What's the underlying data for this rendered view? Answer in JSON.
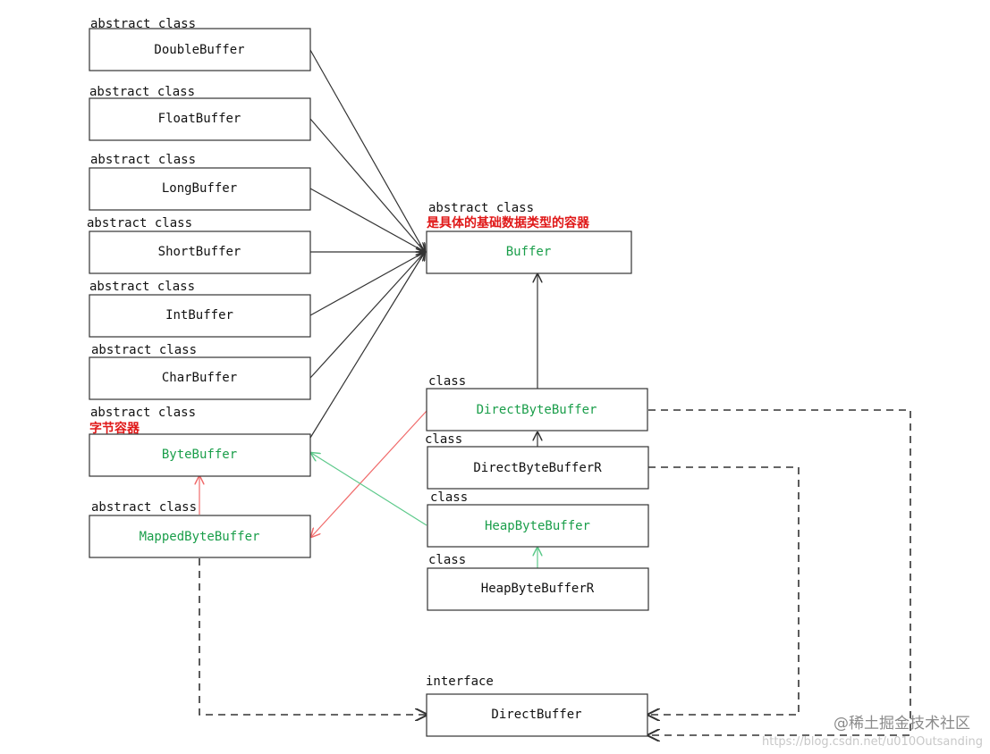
{
  "colors": {
    "line": "#333333",
    "inherit_red": "#f06a6a",
    "inherit_green": "#5cc98a",
    "class_green": "#1a9e4a",
    "note_red": "#e01818"
  },
  "nodes": {
    "double": {
      "kind": "abstract class",
      "name": "DoubleBuffer"
    },
    "float": {
      "kind": "abstract class",
      "name": "FloatBuffer"
    },
    "long": {
      "kind": "abstract class",
      "name": "LongBuffer"
    },
    "short": {
      "kind": "abstract class",
      "name": "ShortBuffer"
    },
    "int": {
      "kind": "abstract class",
      "name": "IntBuffer"
    },
    "char": {
      "kind": "abstract class",
      "name": "CharBuffer"
    },
    "byte": {
      "kind": "abstract class",
      "note": "字节容器",
      "name": "ByteBuffer"
    },
    "mapped": {
      "kind": "abstract class",
      "name": "MappedByteBuffer"
    },
    "buffer": {
      "kind": "abstract class",
      "note": "是具体的基础数据类型的容器",
      "name": "Buffer"
    },
    "direct": {
      "kind": "class",
      "name": "DirectByteBuffer"
    },
    "directr": {
      "kind": "class",
      "name": "DirectByteBufferR"
    },
    "heap": {
      "kind": "class",
      "name": "HeapByteBuffer"
    },
    "heapr": {
      "kind": "class",
      "name": "HeapByteBufferR"
    },
    "dbuf": {
      "kind": "interface",
      "name": "DirectBuffer"
    }
  },
  "watermark": {
    "brand": "@稀土掘金技术社区",
    "url": "https://blog.csdn.net/u010Outsanding"
  }
}
